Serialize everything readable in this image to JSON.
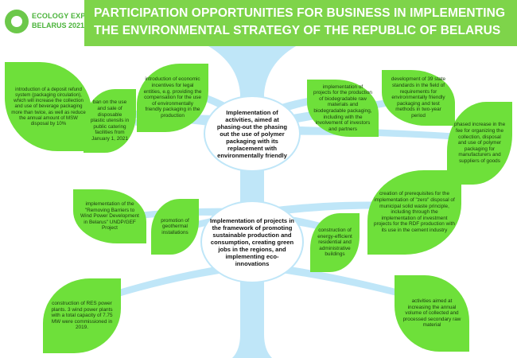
{
  "logo": {
    "line1": "ECOLOGY EXPO",
    "line2": "BELARUS 2021"
  },
  "title": {
    "line1": "PARTICIPATION OPPORTUNITIES FOR BUSINESS IN IMPLEMENTING",
    "line2": "THE ENVIRONMENTAL STRATEGY OF THE REPUBLIC OF BELARUS"
  },
  "colors": {
    "leaf": "#6ee03a",
    "banner": "#7ed44a",
    "trunk": "#bfe6f8"
  },
  "hub1": {
    "text": "Implementation of activities, aimed at phasing-out the phasing out the use of polymer packaging with its replacement with environmentally friendly"
  },
  "hub2": {
    "text": "Implementation of projects in the framework of promoting sustainable production and consumption, creating green jobs in the regions, and implementing eco-innovations"
  },
  "leaves": {
    "deposit": "introduction of a deposit refund system (packaging circulation), which will increase the collection and use of beverage packaging more than twice, as well as reduce the annual amount of MSW disposal by 10%",
    "ban": "ban on the use and sale of disposable plastic utensils in public catering facilities from January 1, 2021",
    "incentives": "introduction of economic incentives for legal entities, e.g. providing the compensation for the use of environmentally friendly packaging in the production",
    "biodegradable": "implementation of projects for the production of biodegradable raw materials and biodegradable packaging, including with the involvement of investors and partners",
    "standards": "development of 39 state standards in the field of requirements for environmentally friendly packaging and test methods in two-year period",
    "fee": "phased increase in the fee for organizing the collection, disposal and use of polymer packaging for manufacturers and suppliers of goods",
    "wind_project": "implementation of the \"Removing Barriers to Wind Power Development in Belarus\" UNDP/GEF Project",
    "geothermal": "promotion of geothermal installations",
    "buildings": "construction of energy-efficient residential and administrative buildings",
    "zero_waste": "creation of prerequisites for the implementation of \"zero\" disposal of municipal solid waste principle, including through the implementation of investment projects for the RDF production with its use in the cement industry",
    "res": "construction of RES power plants. 3 wind power plants with a total capacity of 7.75 MW were commissioned in 2019.",
    "secondary": "activities aimed at increasing the annual volume of collected and processed secondary raw material"
  }
}
